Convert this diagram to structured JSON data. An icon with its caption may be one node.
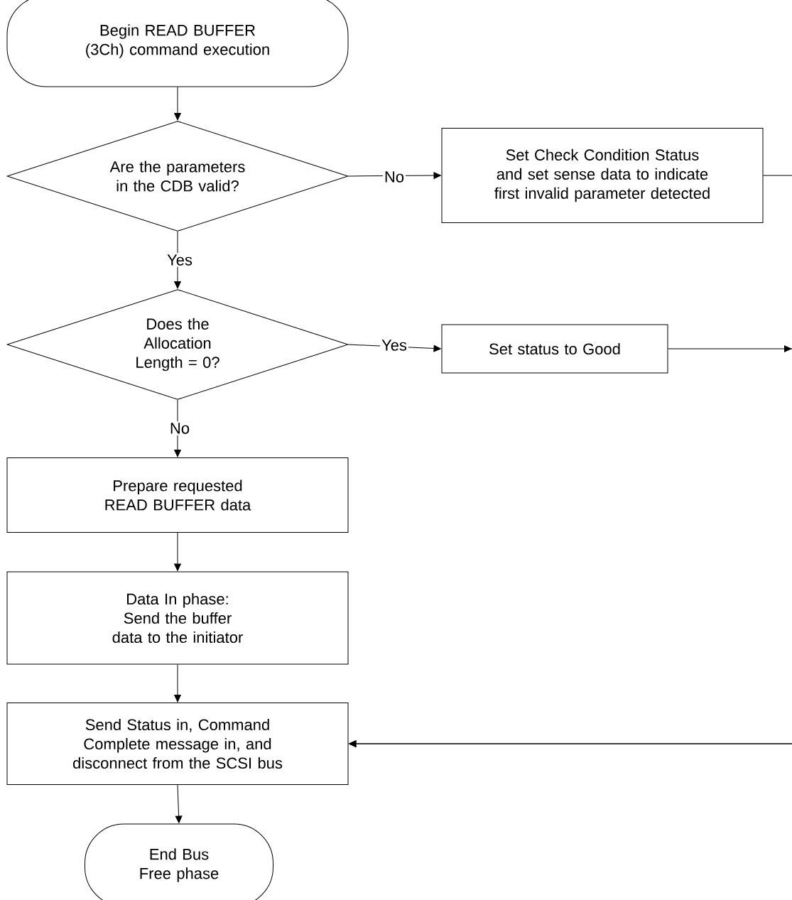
{
  "diagram": {
    "nodes": [
      {
        "text": [
          "Begin READ BUFFER (3Ch) command execution"
        ]
      },
      {
        "text": [
          "Are the parameters in the CDB valid?"
        ]
      },
      {
        "text": [
          "Set Check Condition Status and set sense data to indicate first invalid parameter detected"
        ]
      },
      {
        "text": [
          "Does the Allocation Length = 0?"
        ]
      },
      {
        "text": [
          "Set status to Good"
        ]
      },
      {
        "text": [
          "Prepare requested READ BUFFER data"
        ]
      },
      {
        "text": [
          "Data In phase: Send the buffer data to the initiator"
        ]
      },
      {
        "text": [
          "Send Status in, Command Complete message in, and disconnect from the SCSI bus"
        ]
      },
      {
        "text": [
          "End Bus Free phase"
        ]
      }
    ],
    "edges": [
      {
        "from": 0,
        "to": 1,
        "arrow": "to"
      },
      {
        "from": 1,
        "to": 2,
        "arrow": "to",
        "label": "No"
      },
      {
        "from": 1,
        "to": 3,
        "arrow": "to",
        "label": "Yes"
      },
      {
        "from": 3,
        "to": 4,
        "arrow": "to",
        "label": "Yes"
      },
      {
        "from": 3,
        "to": 5,
        "arrow": "to",
        "label": "No"
      },
      {
        "from": 5,
        "to": 6,
        "arrow": "to"
      },
      {
        "from": 6,
        "to": 7,
        "arrow": "to"
      },
      {
        "from": 7,
        "to": 8,
        "arrow": "to"
      },
      {
        "from": 2,
        "to": 7,
        "arrow": "to"
      },
      {
        "from": 4,
        "to": 7,
        "arrow": "to"
      }
    ]
  }
}
